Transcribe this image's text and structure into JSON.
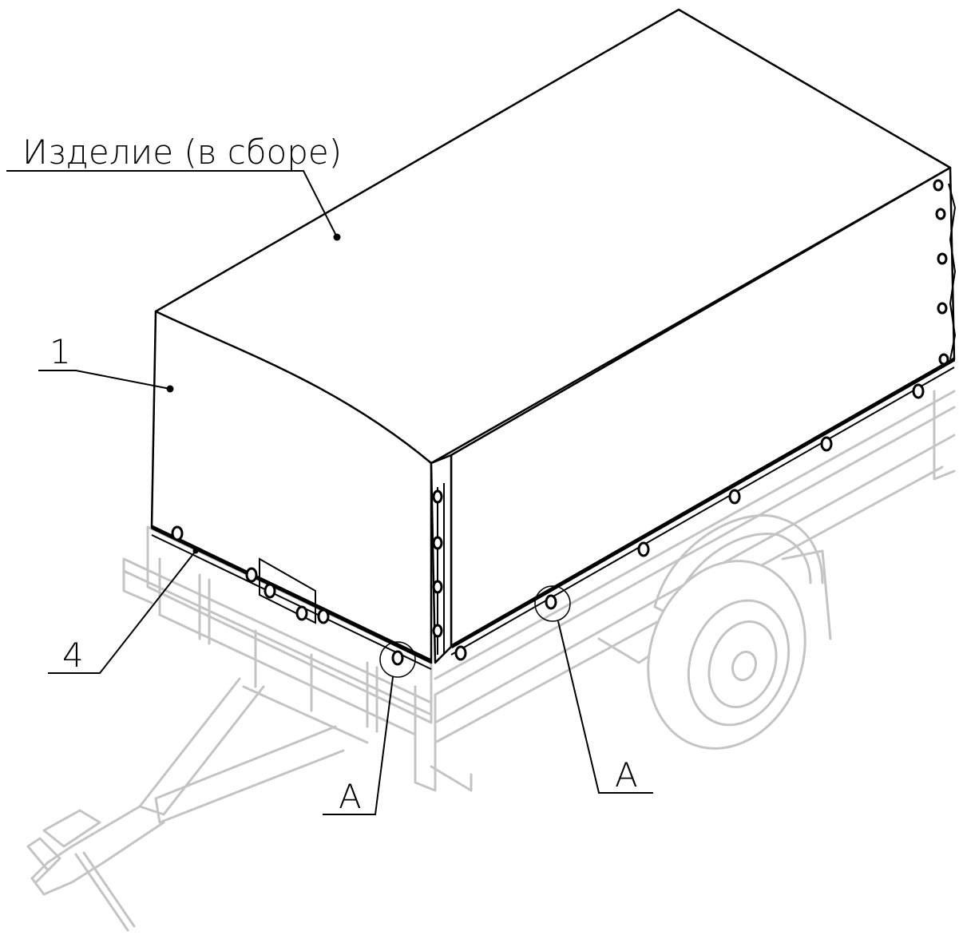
{
  "diagram": {
    "callouts": {
      "assembly": "Изделие (в сборе)",
      "part_1": "1",
      "part_4": "4",
      "detail_a_left": "A",
      "detail_a_right": "A"
    },
    "colors": {
      "line": "#000000",
      "trailer_gray": "#c4c4c4",
      "background": "#ffffff"
    }
  }
}
